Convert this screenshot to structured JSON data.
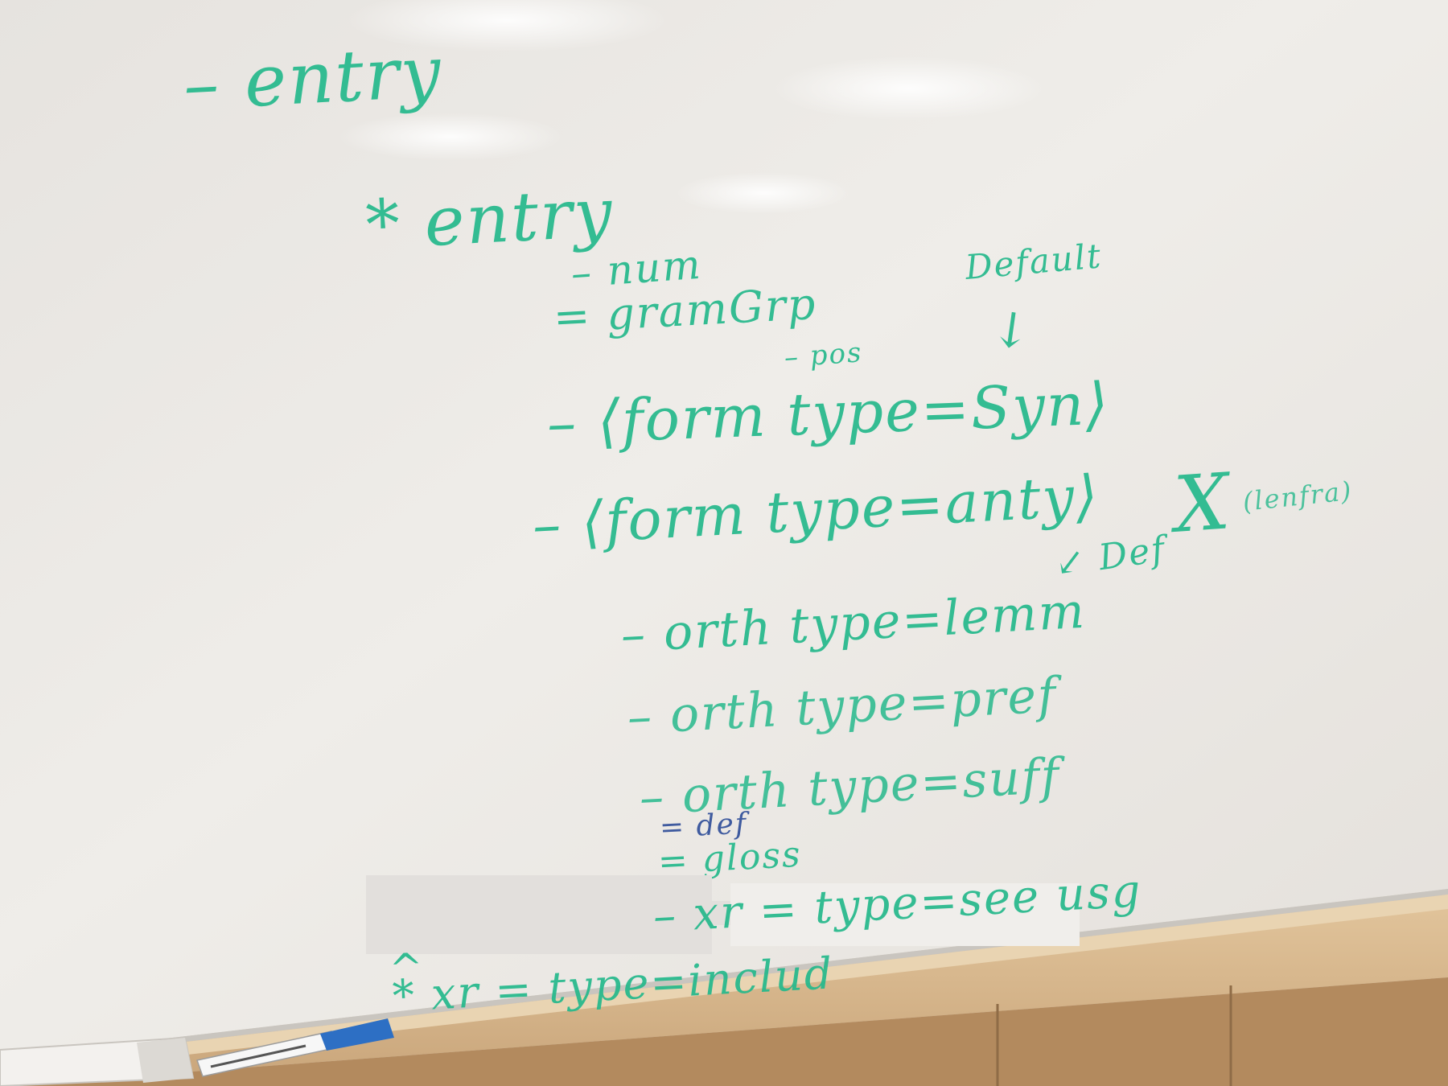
{
  "whiteboard": {
    "lines": [
      {
        "id": "entry-root",
        "text": "– entry"
      },
      {
        "id": "entry-starred",
        "text": "* entry"
      },
      {
        "id": "num",
        "text": "– num"
      },
      {
        "id": "gramgrp",
        "text": "= gramGrp"
      },
      {
        "id": "pos",
        "text": "– pos"
      },
      {
        "id": "default-note",
        "text": "Default"
      },
      {
        "id": "default-arrow",
        "text": "↓"
      },
      {
        "id": "form-syn",
        "text": "– ⟨form type=Syn⟩"
      },
      {
        "id": "form-anty",
        "text": "– ⟨form type=anty⟩"
      },
      {
        "id": "x-mark",
        "text": "X"
      },
      {
        "id": "x-note",
        "text": "(lenfra)"
      },
      {
        "id": "def-note",
        "text": "↙ Def"
      },
      {
        "id": "orth-lemma",
        "text": "– orth type=lemm"
      },
      {
        "id": "orth-pref",
        "text": "– orth type=pref"
      },
      {
        "id": "orth-suff",
        "text": "– orth type=suff"
      },
      {
        "id": "def",
        "text": "= def"
      },
      {
        "id": "gloss",
        "text": "= gloss"
      },
      {
        "id": "xr-see",
        "text": "– xr = type=see usg"
      },
      {
        "id": "xr-include",
        "text": "* xr = type=includ"
      },
      {
        "id": "caret",
        "text": "^"
      }
    ]
  },
  "marker": {
    "color": "#2d6fc4"
  },
  "colors": {
    "ink_green": "#26b98c",
    "ink_blue": "#33519a",
    "board": "#ebe8e2",
    "tray_wood": "#d4b48a"
  }
}
